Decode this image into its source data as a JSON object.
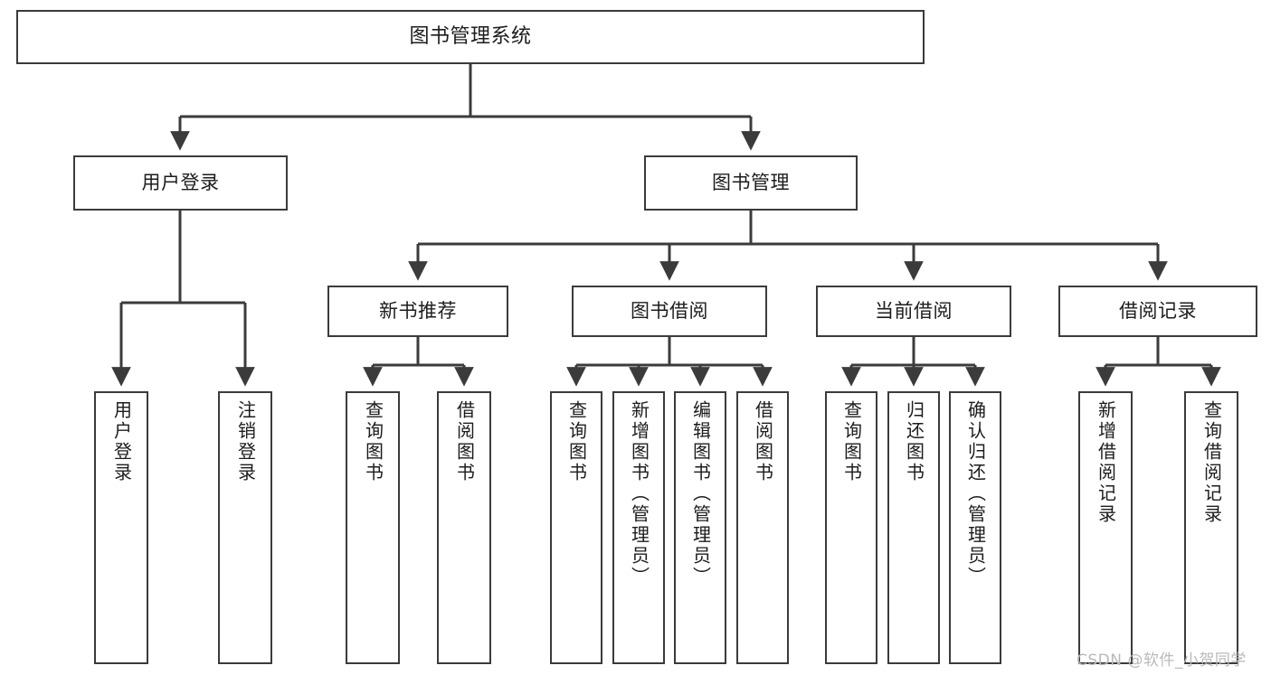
{
  "diagram": {
    "title": "图书管理系统",
    "type": "tree",
    "colors": {
      "background": "#ffffff",
      "stroke": "#3b3b3b",
      "node_fill": "#ffffff",
      "text": "#1c1c1c",
      "watermark": "#b9b9b9"
    },
    "watermark": "CSDN @软件_小贺同学",
    "nodes": {
      "root": {
        "label": "图书管理系统"
      },
      "level2": [
        {
          "id": "user-login",
          "label": "用户登录"
        },
        {
          "id": "book-manage",
          "label": "图书管理"
        }
      ],
      "level3": [
        {
          "id": "new-book-rec",
          "label": "新书推荐"
        },
        {
          "id": "book-borrow",
          "label": "图书借阅"
        },
        {
          "id": "current-borrow",
          "label": "当前借阅"
        },
        {
          "id": "borrow-record",
          "label": "借阅记录"
        }
      ],
      "leaves": {
        "user-login": [
          {
            "id": "leaf-user-login",
            "label": "用户登录"
          },
          {
            "id": "leaf-user-logout",
            "label": "注销登录"
          }
        ],
        "new-book-rec": [
          {
            "id": "leaf-query-book-1",
            "label": "查询图书"
          },
          {
            "id": "leaf-borrow-book-1",
            "label": "借阅图书"
          }
        ],
        "book-borrow": [
          {
            "id": "leaf-query-book-2",
            "label": "查询图书"
          },
          {
            "id": "leaf-add-book",
            "label": "新增图书（管理员）"
          },
          {
            "id": "leaf-edit-book",
            "label": "编辑图书（管理员）"
          },
          {
            "id": "leaf-borrow-book-2",
            "label": "借阅图书"
          }
        ],
        "current-borrow": [
          {
            "id": "leaf-query-book-3",
            "label": "查询图书"
          },
          {
            "id": "leaf-return-book",
            "label": "归还图书"
          },
          {
            "id": "leaf-confirm-return",
            "label": "确认归还（管理员）"
          }
        ],
        "borrow-record": [
          {
            "id": "leaf-add-record",
            "label": "新增借阅记录"
          },
          {
            "id": "leaf-query-record",
            "label": "查询借阅记录"
          }
        ]
      }
    }
  }
}
